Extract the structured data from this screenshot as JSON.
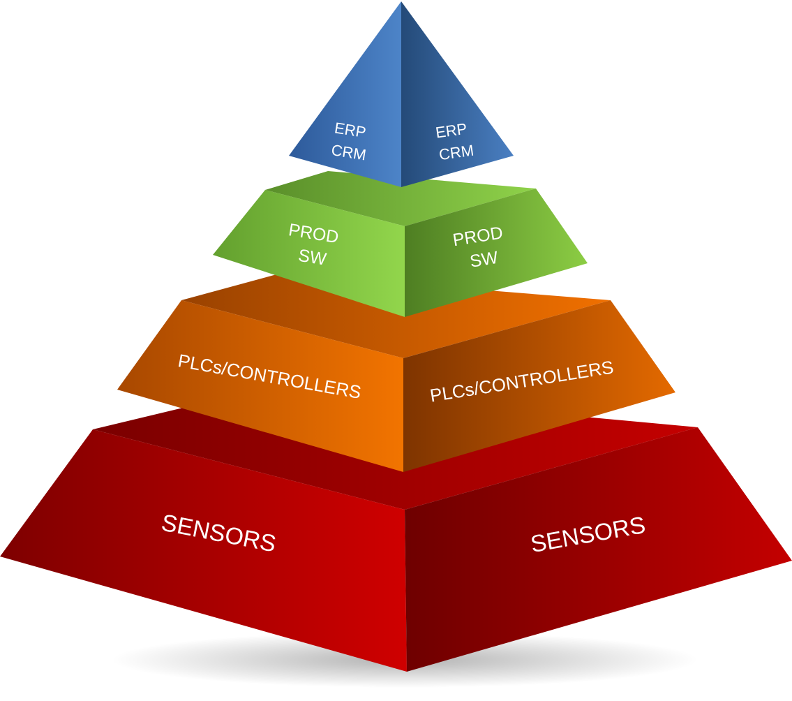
{
  "pyramid": {
    "levels": [
      {
        "id": "enterprise",
        "left_lines": [
          "ERP",
          "CRM"
        ],
        "right_lines": [
          "ERP",
          "CRM"
        ],
        "color_light": "#4a80c6",
        "color_dark": "#2a4f80"
      },
      {
        "id": "production",
        "left_lines": [
          "PROD",
          "SW"
        ],
        "right_lines": [
          "PROD",
          "SW"
        ],
        "color_light": "#92d24a",
        "color_dark": "#5a8f2a"
      },
      {
        "id": "control",
        "left_lines": [
          "PLCs/CONTROLLERS"
        ],
        "right_lines": [
          "PLCs/CONTROLLERS"
        ],
        "color_light": "#f07000",
        "color_dark": "#8c3a00"
      },
      {
        "id": "field",
        "left_lines": [
          "SENSORS"
        ],
        "right_lines": [
          "SENSORS"
        ],
        "color_light": "#cc0000",
        "color_dark": "#7c0000"
      }
    ]
  }
}
